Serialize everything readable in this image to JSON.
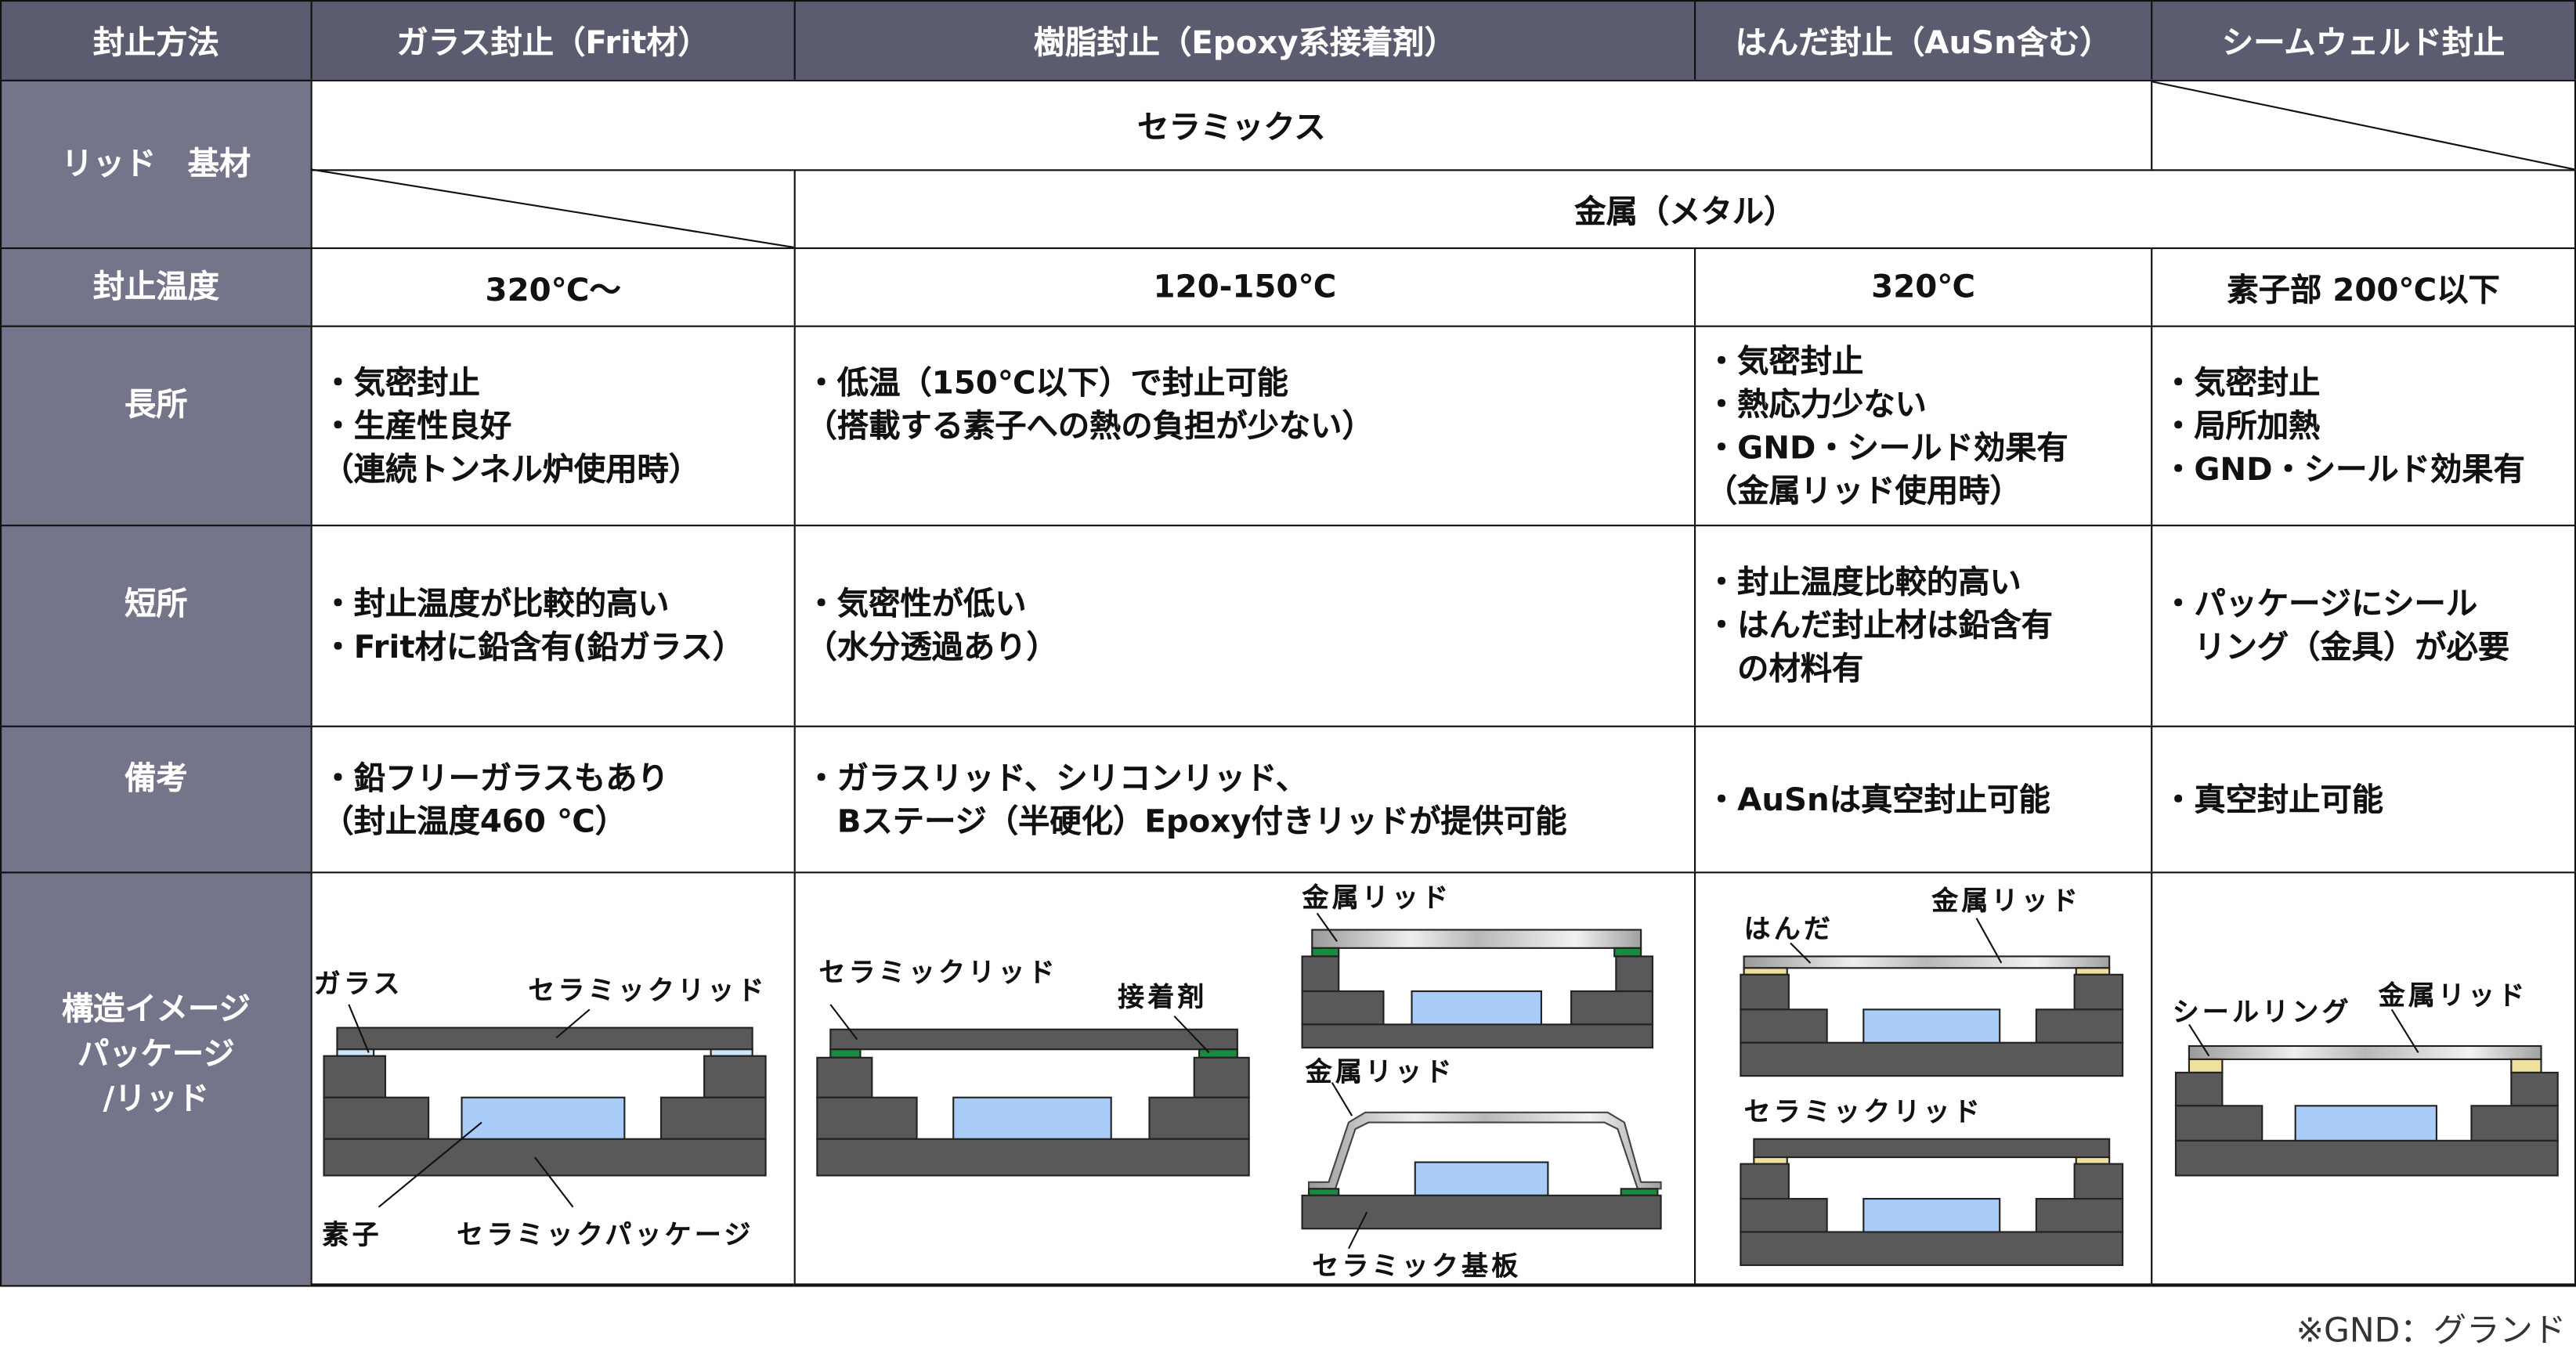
{
  "header": {
    "method": "封止方法",
    "glass": "ガラス封止（Frit材）",
    "resin": "樹脂封止（Epoxy系接着剤）",
    "solder": "はんだ封止（AuSn含む）",
    "seam": "シームウェルド封止"
  },
  "rows": {
    "lid": {
      "label": "リッド　基材",
      "ceramic": "セラミックス",
      "metal": "金属（メタル）"
    },
    "temp": {
      "label": "封止温度",
      "glass": "320℃～",
      "resin": "120-150℃",
      "solder": "320℃",
      "seam": "素子部 200℃以下"
    },
    "pros": {
      "label": "長所",
      "glass": "・気密封止\n・生産性良好\n（連続トンネル炉使用時）",
      "resin": "・低温（150℃以下）で封止可能\n（搭載する素子への熱の負担が少ない）",
      "solder": "・気密封止\n・熱応力少ない\n・GND・シールド効果有\n（金属リッド使用時）",
      "seam": "・気密封止\n・局所加熱\n・GND・シールド効果有"
    },
    "cons": {
      "label": "短所",
      "glass": "・封止温度が比較的高い\n・Frit材に鉛含有(鉛ガラス）",
      "resin": "・気密性が低い\n（水分透過あり）",
      "solder": "・封止温度比較的高い\n・はんだ封止材は鉛含有\n　の材料有",
      "seam": "・パッケージにシール\n　リング（金具）が必要"
    },
    "notes": {
      "label": "備考",
      "glass": "・鉛フリーガラスもあり\n（封止温度460 ℃）",
      "resin": "・ガラスリッド、シリコンリッド、\n　Bステージ（半硬化）Epoxy付きリッドが提供可能",
      "solder": "・AuSnは真空封止可能",
      "seam": "・真空封止可能"
    },
    "structure": {
      "label": "構造イメージ\nパッケージ\n/リッド"
    }
  },
  "diagram_labels": {
    "glass_frit": "ガラス",
    "glass_lid": "セラミックリッド",
    "glass_die": "素子",
    "glass_pkg": "セラミックパッケージ",
    "resin_lid": "セラミックリッド",
    "resin_adhesive": "接着剤",
    "resin_metal_lid_1": "金属リッド",
    "resin_metal_lid_2": "金属リッド",
    "resin_substrate": "セラミック基板",
    "solder_solder": "はんだ",
    "solder_metal_lid": "金属リッド",
    "solder_ceramic_lid": "セラミックリッド",
    "seam_ring": "シールリング",
    "seam_metal_lid": "金属リッド"
  },
  "footnote": "※GND：グランド",
  "colors": {
    "header": "#5c5c70",
    "side": "#74748a",
    "ceramic": "#595959",
    "die": "#a9cdf8",
    "adhesive": "#1a8a40",
    "solder": "#f0e0a0",
    "glass_frit": "#cfe6f8"
  }
}
